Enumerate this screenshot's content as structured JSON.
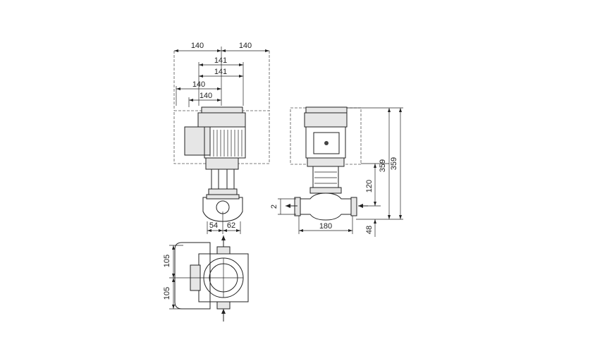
{
  "dimensions": {
    "front_top_left": "140",
    "front_top_right": "140",
    "front_141_a": "141",
    "front_141_b": "141",
    "front_140_a": "140",
    "front_140_b": "140",
    "front_bottom_left": "54",
    "front_bottom_right": "62",
    "side_height_a": "359",
    "side_height_b": "359",
    "side_120": "120",
    "side_2": "2",
    "side_48": "48",
    "side_180": "180",
    "plan_105_top": "105",
    "plan_105_bottom": "105"
  }
}
